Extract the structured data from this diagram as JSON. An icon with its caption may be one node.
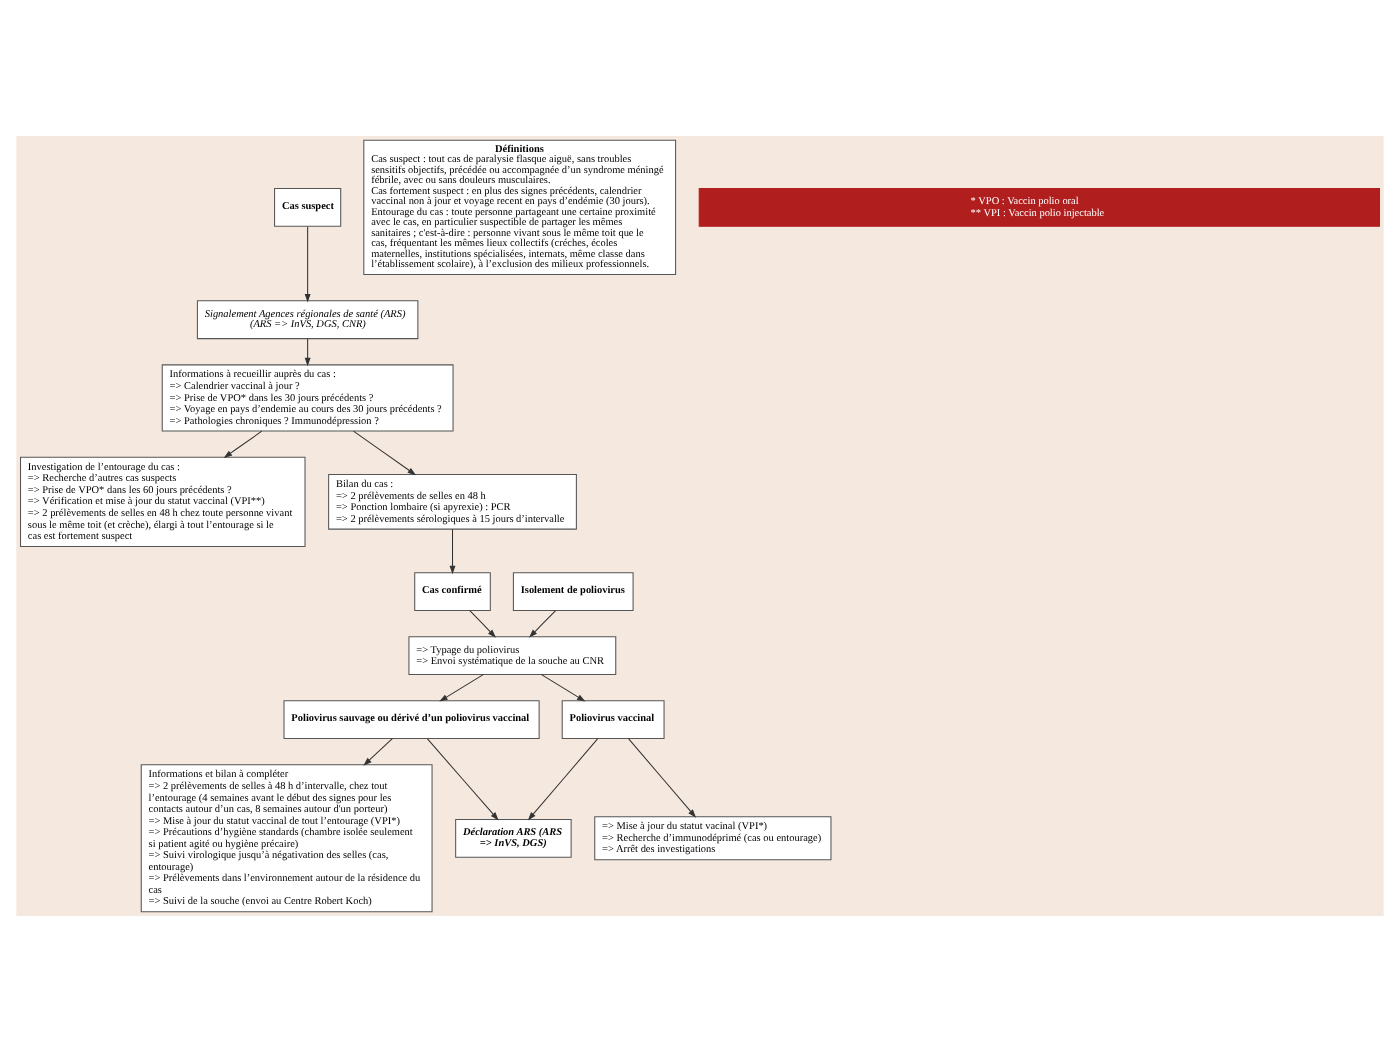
{
  "diagram": {
    "nodes": [
      {
        "text": [
          "Cas suspect"
        ]
      },
      {
        "text": [
          "Signalement Agences régionales de santé (ARS) (ARS => InVS, DGS, CNR)"
        ]
      },
      {
        "text": [
          "Informations à recueillir auprès du cas :",
          "=> Calendrier vaccinal à jour ?",
          "=> Prise de VPO* dans les 30 jours précédents ?",
          "=> Voyage en pays d’endemie au cours des 30 jours précédents ?",
          "=> Pathologies chroniques ? Immunodépression ?"
        ]
      },
      {
        "text": [
          "Investigation de l’entourage du cas :",
          "=> Recherche d’autres cas suspects",
          "=> Prise de VPO* dans les 60 jours précédents ?",
          "=> Vérification et mise à jour du statut vaccinal (VPI**)",
          "=> 2 prélèvements de selles en 48 h chez toute personne vivant sous le même toit (et crèche), élargi à tout l’entourage si le cas est fortement suspect"
        ]
      },
      {
        "text": [
          "Bilan du cas :",
          "=> 2 prélèvements de selles en 48 h",
          "=> Ponction lombaire (si apyrexie) : PCR",
          "=> 2 prélèvements sérologiques à 15 jours d’intervalle"
        ]
      },
      {
        "text": [
          "Cas confirmé"
        ]
      },
      {
        "text": [
          "=> Typage du poliovirus",
          "=> Envoi systématique de la souche au CNR"
        ]
      },
      {
        "text": [
          "Isolement de poliovirus"
        ]
      },
      {
        "text": [
          "Poliovirus sauvage ou dérivé d’un poliovirus vaccinal"
        ]
      },
      {
        "text": [
          "Déclaration ARS (ARS => InVS, DGS)"
        ]
      },
      {
        "text": [
          "Poliovirus vaccinal"
        ]
      },
      {
        "text": [
          "Informations et bilan à compléter",
          "=> 2 prélèvements de selles à 48 h d’intervalle, chez tout l’entourage (4 semaines avant le début des signes pour les contacts autour d’un cas, 8 semaines autour d'un porteur)",
          "=> Mise à jour du statut vaccinal de tout l’entourage (VPI*)",
          "=> Précautions d’hygiène standards (chambre isolée seulement si patient agité ou hygiène précaire)",
          "=> Suivi virologique jusqu’à négativation des selles (cas, entourage)",
          "=> Prélèvements dans l’environnement autour de la résidence du cas",
          "=> Suivi de la souche (envoi au Centre Robert Koch)"
        ]
      },
      {
        "text": [
          "=> Mise à jour du statut vacinal (VPI*)",
          "=> Recherche d’immunodéprimé (cas ou entourage)",
          "=> Arrêt des investigations"
        ]
      },
      {
        "text": [
          "Définitions",
          "Cas suspect : tout cas de paralysie flasque aiguë, sans troubles sensitifs objectifs, précédée ou accompagnée d’un syndrome méningé fébrile, avec ou sans douleurs musculaires.",
          "Cas fortement suspect : en plus des signes précédents, calendrier vaccinal non à jour et voyage recent en pays d’endémie (30 jours).",
          "Entourage du cas : toute personne partageant une certaine proximité avec le cas, en particulier suspectible de partager les mêmes sanitaires ; c'est-à-dire : personne vivant sous le même toit que le cas, fréquentant les mêmes lieux collectifs (créches, écoles maternelles, institutions spécialisées, internats, même classe dans l’établissement scolaire), à l’exclusion des milieux professionnels."
        ]
      },
      {
        "text": [
          "* VPO : Vaccin polio oral",
          "** VPI : Vaccin polio injectable"
        ]
      }
    ],
    "edges": [
      {
        "from": 0,
        "to": 1,
        "arrow": "to"
      },
      {
        "from": 1,
        "to": 2,
        "arrow": "to"
      },
      {
        "from": 2,
        "to": 3,
        "arrow": "to"
      },
      {
        "from": 2,
        "to": 4,
        "arrow": "to"
      },
      {
        "from": 4,
        "to": 5,
        "arrow": "to"
      },
      {
        "from": 5,
        "to": 6,
        "arrow": "to"
      },
      {
        "from": 7,
        "to": 6,
        "arrow": "to"
      },
      {
        "from": 6,
        "to": 8,
        "arrow": "to"
      },
      {
        "from": 6,
        "to": 10,
        "arrow": "to"
      },
      {
        "from": 8,
        "to": 9,
        "arrow": "to"
      },
      {
        "from": 10,
        "to": 9,
        "arrow": "to"
      },
      {
        "from": 8,
        "to": 11,
        "arrow": "to"
      },
      {
        "from": 10,
        "to": 12,
        "arrow": "to"
      }
    ]
  }
}
